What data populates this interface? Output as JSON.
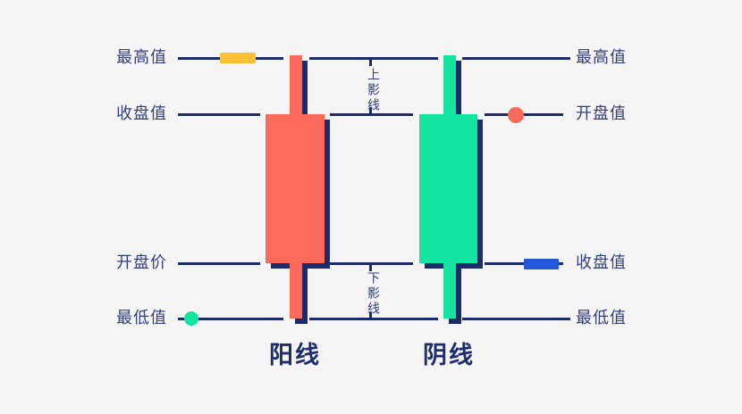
{
  "labels": {
    "left": {
      "high": "最高值",
      "close": "收盘值",
      "open": "开盘价",
      "low": "最低值"
    },
    "right": {
      "high": "最高值",
      "open": "开盘值",
      "close": "收盘值",
      "low": "最低值"
    },
    "shadow": {
      "upper": "上影线",
      "lower": "下影线"
    },
    "candles": {
      "bullish": "阳线",
      "bearish": "阴线"
    }
  },
  "colors": {
    "background": "#f5f5f6",
    "line_navy": "#1c2b6b",
    "label_text": "#333d7a",
    "bullish_candle": "#fc6a5c",
    "bearish_candle": "#13e4a0",
    "high_marker": "#fec135",
    "low_marker": "#13e4a0",
    "open_marker": "#fc6a5c",
    "close_marker": "#2456e0"
  }
}
